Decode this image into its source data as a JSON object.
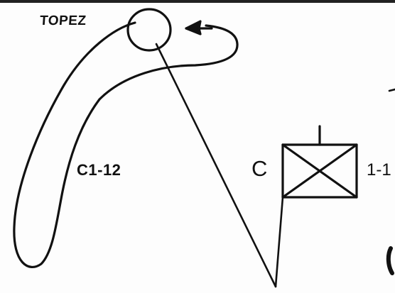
{
  "diagram": {
    "checkpoint_label": "TOPEZ",
    "route_label": "C1-12",
    "unit_letter": "C",
    "unit_designation": "1-1",
    "unit_symbol": "infantry-unit-symbol",
    "direction_arrow": "arrow-left-icon",
    "ink_color": "#111111",
    "background_color": "#fdfdfd"
  }
}
